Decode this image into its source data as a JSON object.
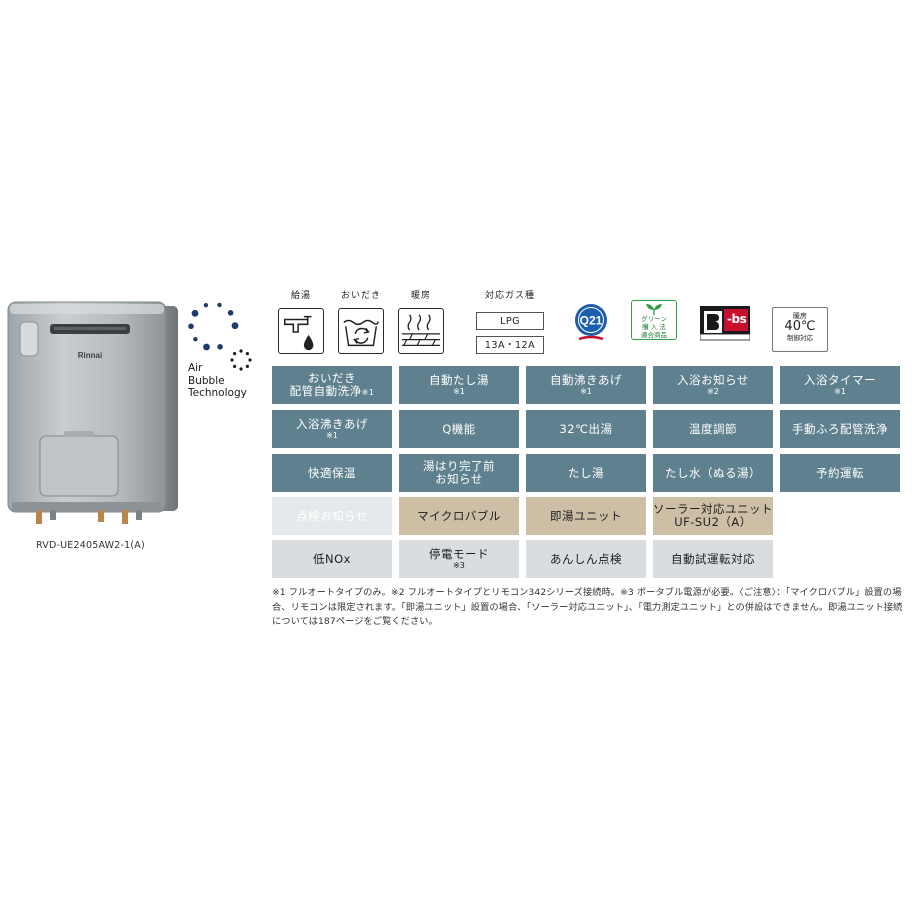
{
  "product": {
    "brand": "Rinnai",
    "model": "RVD-UE2405AW2-1(A)"
  },
  "air_bubble": {
    "line1": "Air",
    "line2": "Bubble",
    "line3": "Technology"
  },
  "usage": {
    "items": [
      {
        "label": "給湯",
        "icon": "faucet-icon"
      },
      {
        "label": "おいだき",
        "icon": "reheat-bath-icon"
      },
      {
        "label": "暖房",
        "icon": "floor-heating-icon"
      }
    ]
  },
  "gas": {
    "label": "対応ガス種",
    "types": [
      "LPG",
      "13A・12A"
    ]
  },
  "badges": {
    "green": [
      "グリーン",
      "購 入 法",
      "適合商品"
    ],
    "bbs": "-bs",
    "heat40": {
      "top": "暖房",
      "mid": "40℃",
      "bottom": "制御対応"
    }
  },
  "features": {
    "row1": [
      {
        "text": "おいだき",
        "text2": "配管自動洗浄",
        "note_inline": "※1"
      },
      {
        "text": "自動たし湯",
        "note": "※1"
      },
      {
        "text": "自動沸きあげ",
        "note": "※1"
      },
      {
        "text": "入浴お知らせ",
        "note": "※2"
      },
      {
        "text": "入浴タイマー",
        "note": "※1"
      }
    ],
    "row2": [
      {
        "text": "入浴沸きあげ",
        "note": "※1"
      },
      {
        "text": "Q機能"
      },
      {
        "text": "32℃出湯"
      },
      {
        "text": "温度調節"
      },
      {
        "text": "手動ふろ配管洗浄"
      }
    ],
    "row3": [
      {
        "text": "快適保温"
      },
      {
        "text": "湯はり完了前",
        "text2": "お知らせ"
      },
      {
        "text": "たし湯"
      },
      {
        "text": "たし水（ぬる湯）"
      },
      {
        "text": "予約運転"
      }
    ],
    "row4": [
      {
        "text": "点検お知らせ"
      },
      {
        "text": "マイクロバブル"
      },
      {
        "text": "即湯ユニット"
      },
      {
        "text": "ソーラー対応ユニット",
        "text2": "UF-SU2（A）"
      }
    ],
    "row5": [
      {
        "text": "低NOx"
      },
      {
        "text": "停電モード",
        "note": "※3"
      },
      {
        "text": "あんしん点検"
      },
      {
        "text": "自動試運転対応"
      }
    ]
  },
  "footnote": "※1 フルオートタイプのみ。※2 フルオートタイプとリモコン342シリーズ接続時。※3 ポータブル電源が必要。〈ご注意〉：「マイクロバブル」設置の場合、リモコンは限定されます。「即湯ユニット」設置の場合、「ソーラー対応ユニット」、「電力測定ユニット」との併設はできません。即湯ユニット接続については187ページをご覧ください。",
  "colors": {
    "teal": "#5f818f",
    "tan": "#cdbfa6",
    "light": "#d9dde0",
    "navy": "#1f3a6b",
    "q21_blue": "#1d5fae",
    "green": "#2ea043",
    "bbs_red": "#c8102e"
  }
}
